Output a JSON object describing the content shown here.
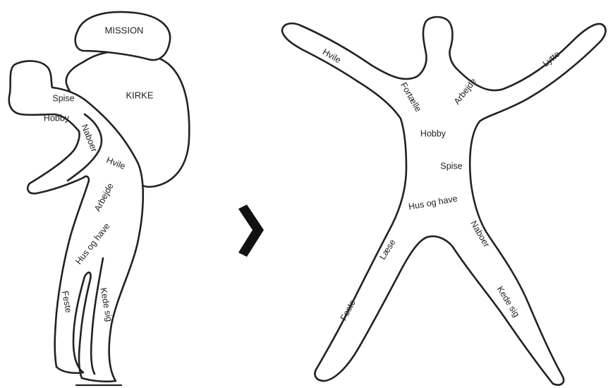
{
  "left_figure": {
    "bundles": {
      "mission": "MISSION",
      "kirke": "KIRKE"
    },
    "labels": {
      "spise": "Spise",
      "hobby": "Hobby",
      "naboer": "Naboer",
      "hvile": "Hvile",
      "arbejde": "Arbejde",
      "hus_og_have": "Hus og have",
      "feste": "Feste",
      "kede_sig": "Kede sig"
    }
  },
  "transition": {
    "icon": "chevron-right-icon"
  },
  "right_figure": {
    "labels": {
      "hvile": "Hvile",
      "fortaelle": "Fortælle",
      "arbejde": "Arbejde",
      "lytte": "Lytte",
      "hobby": "Hobby",
      "spise": "Spise",
      "hus_og_have": "Hus og have",
      "laese": "Læse",
      "naboer": "Naboer",
      "feste": "Feste",
      "kede_sig": "Kede sig"
    }
  }
}
